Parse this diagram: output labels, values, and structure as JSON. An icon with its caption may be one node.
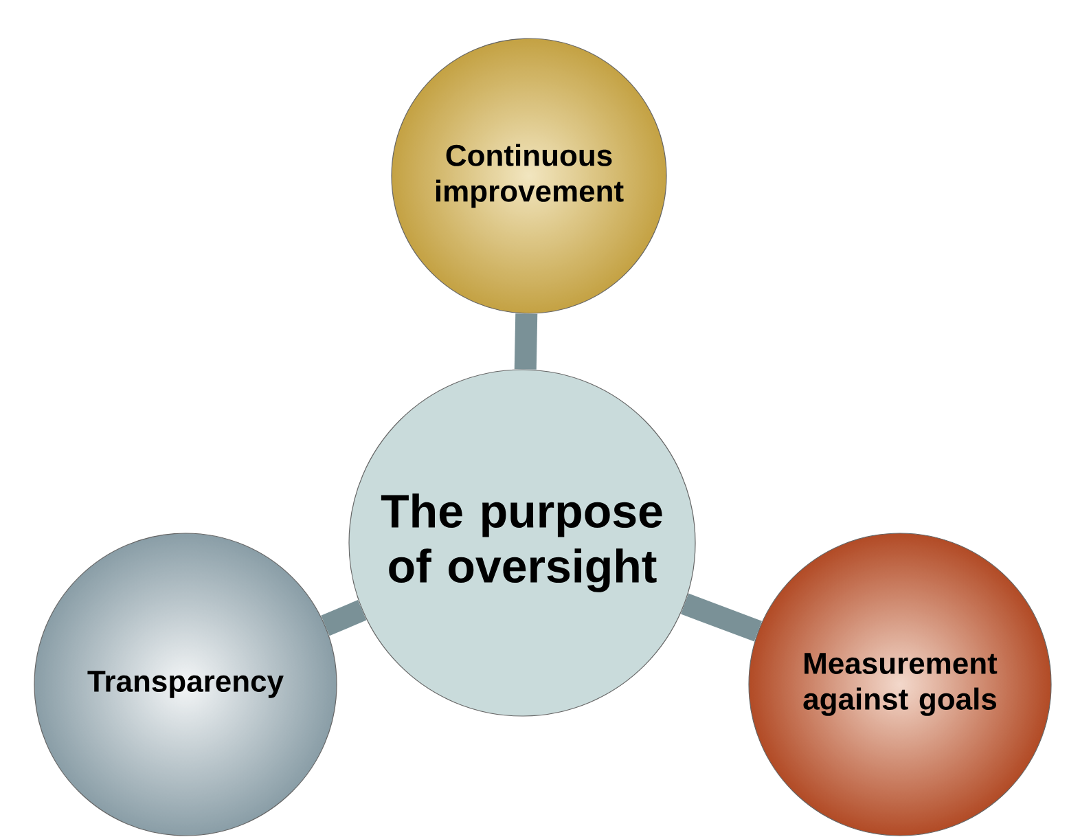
{
  "diagram": {
    "nodes": [
      {
        "text": [
          "Continuous improvement"
        ]
      },
      {
        "text": [
          "The purpose of oversight"
        ]
      },
      {
        "text": [
          "Transparency"
        ]
      },
      {
        "text": [
          "Measurement against goals"
        ]
      }
    ],
    "edges": [
      {
        "from": 1,
        "to": 0,
        "arrow": "none"
      },
      {
        "from": 1,
        "to": 2,
        "arrow": "none"
      },
      {
        "from": 1,
        "to": 3,
        "arrow": "none"
      }
    ]
  }
}
